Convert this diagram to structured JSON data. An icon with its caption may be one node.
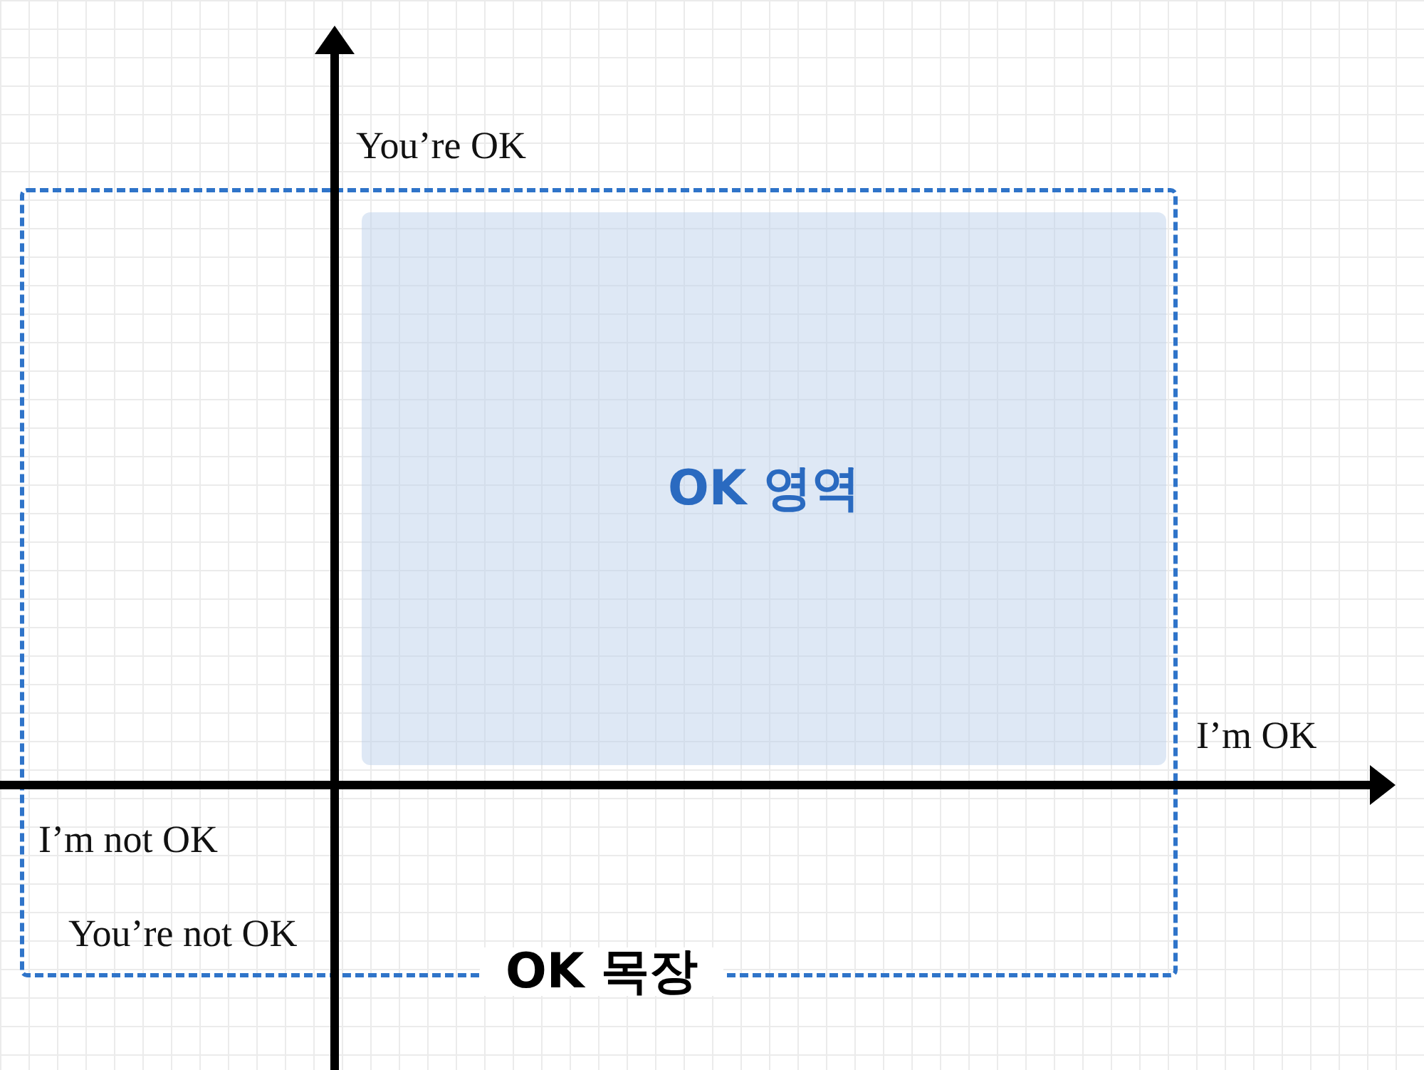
{
  "diagram": {
    "nodes": [
      {
        "text": [
          "OK 목장"
        ]
      },
      {
        "text": [
          "OK 영역"
        ],
        "in": 0
      }
    ],
    "labels": [
      "You’re OK",
      "I’m OK",
      "I’m not OK",
      "You’re not OK"
    ]
  }
}
